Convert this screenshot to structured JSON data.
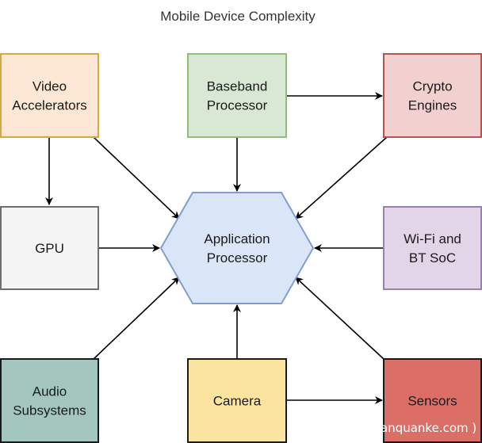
{
  "title": "Mobile Device Complexity",
  "nodes": {
    "video": {
      "lines": [
        "Video",
        "Accelerators"
      ],
      "fill": "#fce8d4",
      "stroke": "#d6a843"
    },
    "baseband": {
      "lines": [
        "Baseband",
        "Processor"
      ],
      "fill": "#d8e8d4",
      "stroke": "#8fbf72"
    },
    "crypto": {
      "lines": [
        "Crypto",
        "Engines"
      ],
      "fill": "#f3d0d0",
      "stroke": "#b85450"
    },
    "gpu": {
      "lines": [
        "GPU"
      ],
      "fill": "#f4f4f4",
      "stroke": "#6f6f6f"
    },
    "ap": {
      "lines": [
        "Application",
        "Processor"
      ],
      "fill": "#dae6f8",
      "stroke": "#7f9fd2"
    },
    "wifi": {
      "lines": [
        "Wi-Fi and",
        "BT SoC"
      ],
      "fill": "#e2d5e8",
      "stroke": "#9b7fae"
    },
    "audio": {
      "lines": [
        "Audio",
        "Subsystems"
      ],
      "fill": "#a3c7bf",
      "stroke": "#1a1a1a"
    },
    "camera": {
      "lines": [
        "Camera"
      ],
      "fill": "#fbe3a0",
      "stroke": "#1a1a1a"
    },
    "sensors": {
      "lines": [
        "Sensors"
      ],
      "fill": "#dc6e68",
      "stroke": "#1a1a1a"
    }
  },
  "edges": [
    {
      "from": "video",
      "to": "gpu"
    },
    {
      "from": "video",
      "to": "ap"
    },
    {
      "from": "baseband",
      "to": "ap"
    },
    {
      "from": "baseband",
      "to": "crypto"
    },
    {
      "from": "crypto",
      "to": "ap"
    },
    {
      "from": "gpu",
      "to": "ap"
    },
    {
      "from": "wifi",
      "to": "ap"
    },
    {
      "from": "audio",
      "to": "ap"
    },
    {
      "from": "camera",
      "to": "ap"
    },
    {
      "from": "sensors",
      "to": "ap"
    },
    {
      "from": "camera",
      "to": "sensors"
    }
  ],
  "watermark": "anquanke.com )"
}
